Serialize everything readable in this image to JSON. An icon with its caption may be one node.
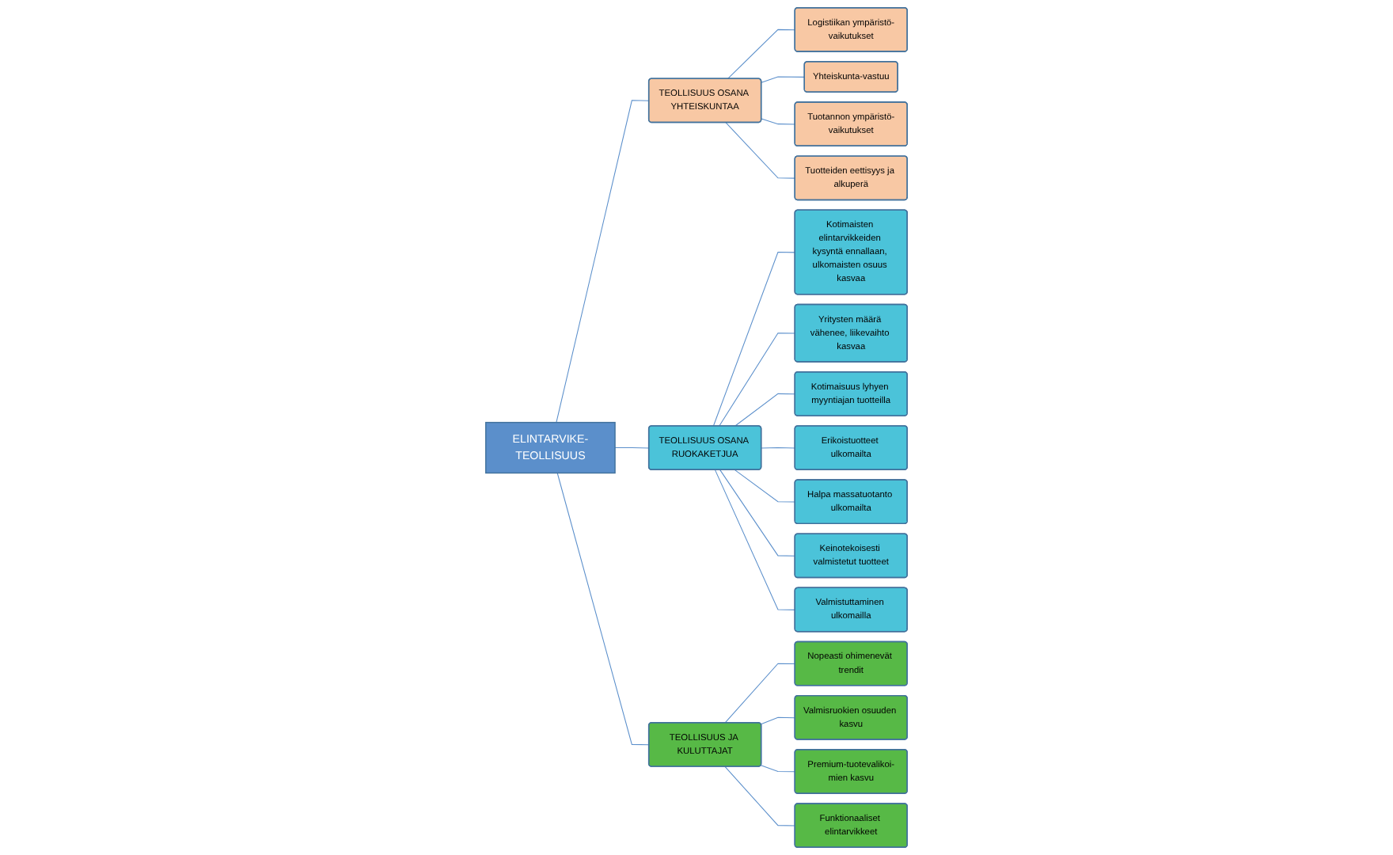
{
  "diagram": {
    "nodes": [
      {
        "text": [
          "ELINTARVIKE-TEOLLISUUS"
        ]
      },
      {
        "text": [
          "TEOLLISUUS OSANA YHTEISKUNTAA"
        ]
      },
      {
        "text": [
          "Logistiikan ympäristö-vaikutukset"
        ]
      },
      {
        "text": [
          "Yhteiskunta-vastuu"
        ]
      },
      {
        "text": [
          "Tuotannon ympäristö-vaikutukset"
        ]
      },
      {
        "text": [
          "Tuotteiden eettisyys ja alkuperä"
        ]
      },
      {
        "text": [
          "TEOLLISUUS OSANA RUOKAKETJUA"
        ]
      },
      {
        "text": [
          "Kotimaisten elintarvikkeiden kysyntä ennallaan, ulkomaisten osuus kasvaa"
        ]
      },
      {
        "text": [
          "Yritysten määrä vähenee, liikevaihto kasvaa"
        ]
      },
      {
        "text": [
          "Kotimaisuus lyhyen myyntiajan tuotteilla"
        ]
      },
      {
        "text": [
          "Erikoistuotteet ulkomailta"
        ]
      },
      {
        "text": [
          "Halpa massatuotanto ulkomailta"
        ]
      },
      {
        "text": [
          "Keinotekoisesti valmistetut tuotteet"
        ]
      },
      {
        "text": [
          "Valmistuttaminen ulkomailla"
        ]
      },
      {
        "text": [
          "TEOLLISUUS JA KULUTTAJAT"
        ]
      },
      {
        "text": [
          "Nopeasti ohimenevät trendit"
        ]
      },
      {
        "text": [
          "Valmisruokien osuuden kasvu"
        ]
      },
      {
        "text": [
          "Premium-tuotevalikoi-mien kasvu"
        ]
      },
      {
        "text": [
          "Funktionaaliset elintarvikkeet"
        ]
      }
    ],
    "edges": [
      {
        "from": 0,
        "to": 1,
        "arrow": "none"
      },
      {
        "from": 0,
        "to": 6,
        "arrow": "none"
      },
      {
        "from": 0,
        "to": 14,
        "arrow": "none"
      },
      {
        "from": 1,
        "to": 2,
        "arrow": "none"
      },
      {
        "from": 1,
        "to": 3,
        "arrow": "none"
      },
      {
        "from": 1,
        "to": 4,
        "arrow": "none"
      },
      {
        "from": 1,
        "to": 5,
        "arrow": "none"
      },
      {
        "from": 6,
        "to": 7,
        "arrow": "none"
      },
      {
        "from": 6,
        "to": 8,
        "arrow": "none"
      },
      {
        "from": 6,
        "to": 9,
        "arrow": "none"
      },
      {
        "from": 6,
        "to": 10,
        "arrow": "none"
      },
      {
        "from": 6,
        "to": 11,
        "arrow": "none"
      },
      {
        "from": 6,
        "to": 12,
        "arrow": "none"
      },
      {
        "from": 6,
        "to": 13,
        "arrow": "none"
      },
      {
        "from": 14,
        "to": 15,
        "arrow": "none"
      },
      {
        "from": 14,
        "to": 16,
        "arrow": "none"
      },
      {
        "from": 14,
        "to": 17,
        "arrow": "none"
      },
      {
        "from": 14,
        "to": 18,
        "arrow": "none"
      }
    ]
  }
}
